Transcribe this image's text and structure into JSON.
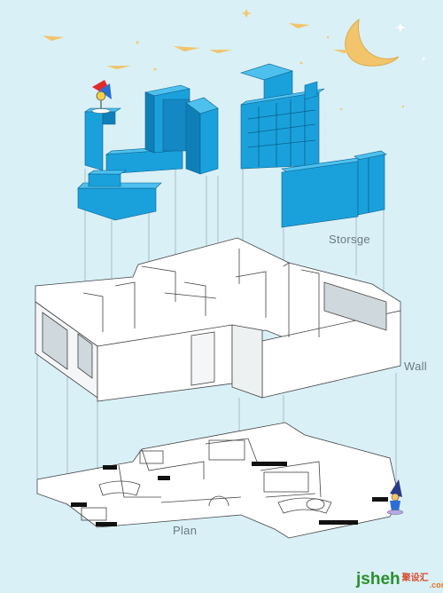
{
  "labels": {
    "storage": "Storsge",
    "wall": "Wall",
    "plan": "Plan"
  },
  "logo": {
    "main": "jsheh",
    "chinese": "聚设汇",
    "domain": ".com"
  },
  "colors": {
    "background": "#d9f0f7",
    "storage_front": "#1aa1dc",
    "storage_side": "#0f7fb8",
    "storage_top": "#4dc0ee",
    "wall_face": "#ffffff",
    "line": "#555555",
    "moon": "#f2c46b",
    "label": "#6a7a82",
    "logo_green": "#2a8f2a",
    "logo_orange": "#e0762a"
  }
}
